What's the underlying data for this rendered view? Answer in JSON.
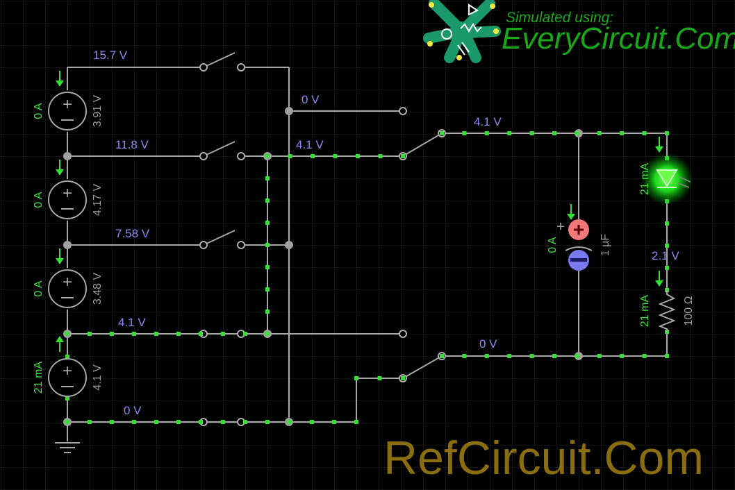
{
  "branding": {
    "simulated_text": "Simulated using:",
    "site_text": "EveryCircuit.Com",
    "watermark": "RefCircuit.Com",
    "logo_icon": "everycircuit-logo-icon"
  },
  "colors": {
    "background": "#000000",
    "grid": "#262626",
    "wire": "#a8a8a8",
    "voltage_label": "#8a8cf0",
    "current_label": "#3ee03e",
    "param_label": "#9a9a9a",
    "current_marker": "#33e033",
    "led_glow": "#22ff22",
    "cap_positive": "#f07878",
    "cap_negative": "#7a7af0",
    "watermark": "#8a6d0e",
    "brand_green": "#1aa81a"
  },
  "sources": [
    {
      "current": "0 A",
      "voltage": "3.91 V"
    },
    {
      "current": "0 A",
      "voltage": "4.17 V"
    },
    {
      "current": "0 A",
      "voltage": "3.48 V"
    },
    {
      "current": "21 mA",
      "voltage": "4.1 V"
    }
  ],
  "node_voltages": {
    "top": "15.7 V",
    "switch_common": "0 V",
    "node2": "11.8 V",
    "bus": "4.1 V",
    "right_top": "4.1 V",
    "node3": "7.58 V",
    "node4": "4.1 V",
    "right_bottom": "0 V",
    "ground": "0 V",
    "led_resistor": "2.1 V"
  },
  "capacitor": {
    "current": "0 A",
    "value": "1 µF",
    "plus_sign": "+"
  },
  "led": {
    "current": "21 mA"
  },
  "resistor": {
    "current": "21 mA",
    "value": "100 Ω"
  }
}
